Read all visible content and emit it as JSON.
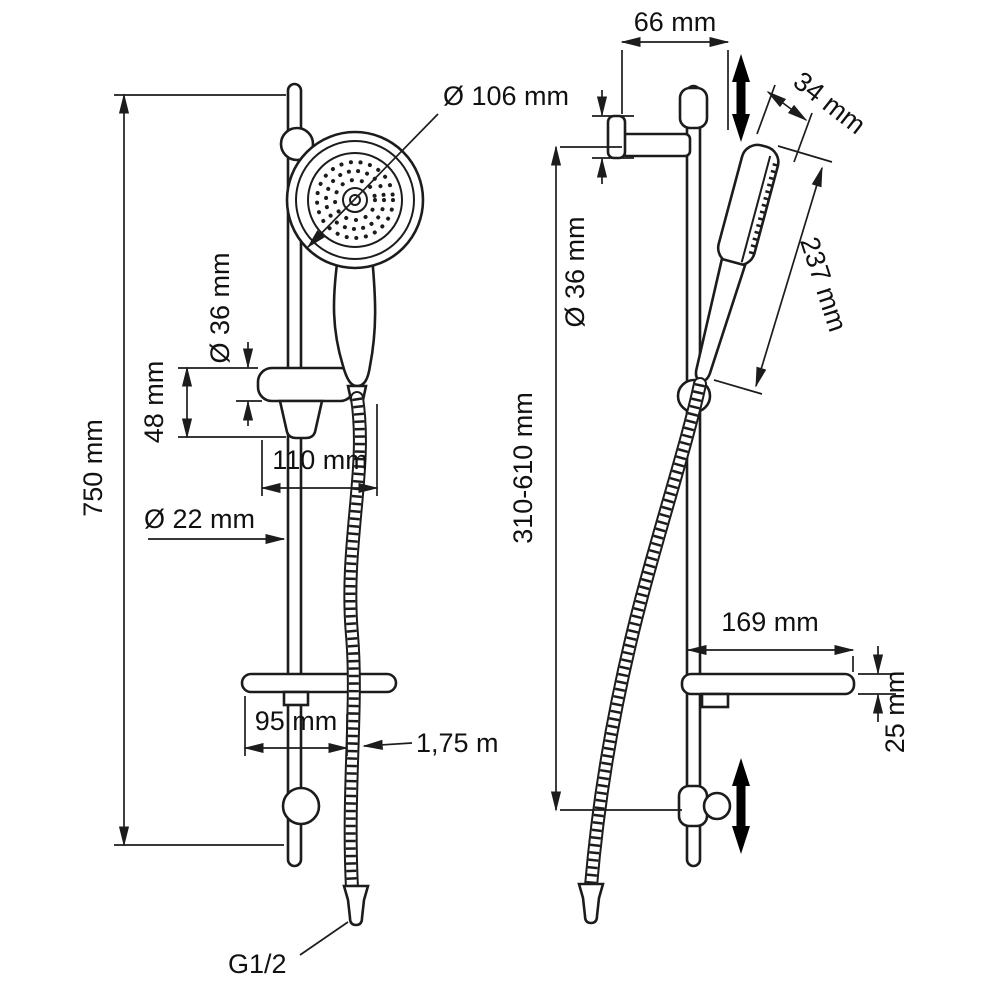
{
  "drawing": {
    "subject": "Shower slide bar set with hand shower - dimensional drawing, front and side views",
    "line_color": "#1c1c1c",
    "background": "#ffffff"
  },
  "front_view": {
    "head_diameter": "Ø 106 mm",
    "rail_height": "750 mm",
    "holder_diameter": "Ø 36 mm",
    "holder_height": "48 mm",
    "head_offset": "110 mm",
    "rail_diameter": "Ø 22 mm",
    "shelf_width": "95 mm",
    "hose_length": "1,75 m",
    "thread_size": "G1/2"
  },
  "side_view": {
    "bracket_reach": "66 mm",
    "head_thickness": "34 mm",
    "wall_mount_diameter": "Ø 36 mm",
    "head_length": "237 mm",
    "bracket_span": "310-610 mm",
    "shelf_depth": "169 mm",
    "shelf_thickness": "25 mm"
  }
}
